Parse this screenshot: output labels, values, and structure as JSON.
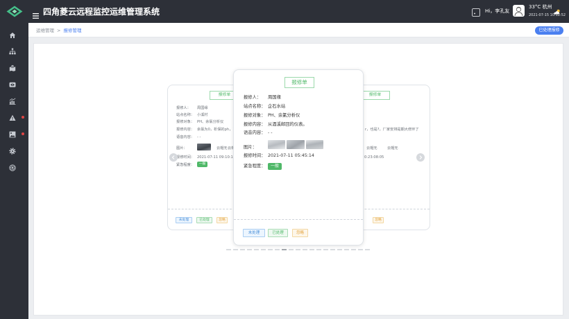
{
  "app": {
    "title": "四角菱云远程监控运维管理系统"
  },
  "header": {
    "greeting": "Hi，李孔友",
    "weather": "33°C 杭州",
    "datetime": "2021-07-15 10:12:52",
    "icons": {
      "logo": "diamond-logo-icon",
      "menu": "hamburger-icon",
      "fullscreen": "fullscreen-icon",
      "weather": "sun-cloud-icon",
      "avatar": "user-avatar-icon"
    }
  },
  "sidebar": {
    "items": [
      {
        "icon": "home-icon",
        "alert": false
      },
      {
        "icon": "sitemap-icon",
        "alert": false
      },
      {
        "icon": "map-icon",
        "alert": false
      },
      {
        "icon": "monitor-icon",
        "alert": false
      },
      {
        "icon": "bar-chart-icon",
        "alert": false
      },
      {
        "icon": "warning-icon",
        "alert": true
      },
      {
        "icon": "image-icon",
        "alert": true
      },
      {
        "icon": "gear-icon",
        "alert": false
      },
      {
        "icon": "settings-icon",
        "alert": false
      }
    ]
  },
  "breadcrumb": {
    "parent": "运维管理",
    "separator": ">",
    "current": "报修管理"
  },
  "toolbar": {
    "processed_button": "已处理报修"
  },
  "cards": {
    "front": {
      "title": "报修单",
      "fields": [
        {
          "label": "报修人：",
          "value": "周国缘"
        },
        {
          "label": "站点名称：",
          "value": "企石水站"
        },
        {
          "label": "报修对象：",
          "value": "PH、余氯分析仪"
        },
        {
          "label": "报修内容：",
          "value": "从酒溪邮回的仪表。"
        },
        {
          "label": "语音内容：",
          "value": "- -"
        }
      ],
      "images_label": "图片：",
      "time_label": "报修时间：",
      "time": "2021-07-11 05:45:14",
      "urgency_label": "紧急程度：",
      "urgency": "一般",
      "actions": [
        "未处理",
        "已处理",
        "忽略"
      ]
    },
    "left": {
      "title": "报修单",
      "fields": [
        {
          "label": "报修人：",
          "value": "周国缘"
        },
        {
          "label": "站点名称：",
          "value": "小溪村"
        },
        {
          "label": "报修对象：",
          "value": "PH、余氯分析仪"
        },
        {
          "label": "报修内容：",
          "value": "余氯为0，析保的ph，12"
        },
        {
          "label": "语音内容：",
          "value": "- -"
        }
      ],
      "images_label": "图片：",
      "image_alts": [
        "云帽无",
        "云帽"
      ],
      "time_label": "报修时间：",
      "time": "2021-07-11 09:10:17",
      "urgency_label": "紧急程度：",
      "urgency": "一般",
      "actions": [
        "未处理",
        "已处理",
        "忽略"
      ]
    },
    "right": {
      "title": "报修单",
      "content_fragment": "r，也是?，厂家安排是期大修环了",
      "image_alts": [
        "云帽无",
        "云帽无"
      ],
      "time_fragment": "0:23:08:05",
      "action": "忽略"
    }
  },
  "carousel": {
    "indicator_count": 21,
    "active_index": 8
  },
  "colors": {
    "topbar": "#2d3038",
    "accent": "#4a7ff0",
    "success": "#4fb868",
    "warning": "#e3a33d",
    "alert_dot": "#e04545"
  }
}
